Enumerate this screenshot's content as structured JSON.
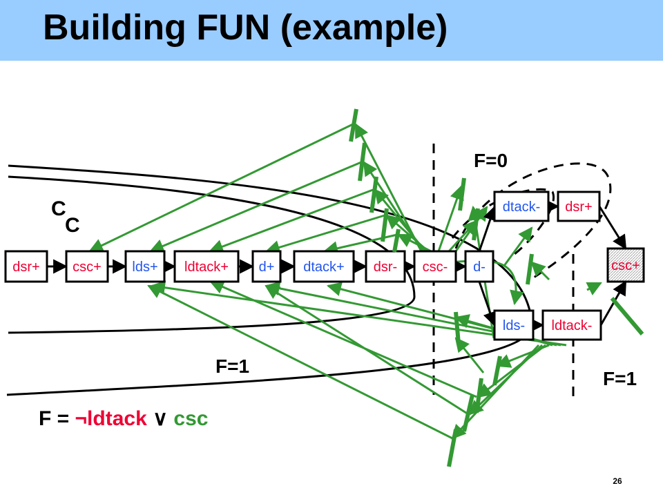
{
  "slide": {
    "title": "Building FUN (example)",
    "page_number": "26"
  },
  "colors": {
    "title_bar": "#99ccff",
    "plus_red": "#ee0033",
    "minus_blue": "#2255ee",
    "arrow_green": "#339933",
    "formula_green": "#339933",
    "node_border": "#000000"
  },
  "labels": {
    "f0": "F=0",
    "f1_left": "F=1",
    "f1_right": "F=1",
    "c1": "C",
    "c2": "C",
    "formula_f": "F = ",
    "formula_not": "¬",
    "formula_ldtack": "ldtack",
    "formula_or": " ∨ ",
    "formula_csc": "csc"
  },
  "nodes": [
    {
      "id": "dsr-plus-1",
      "label": "dsr+",
      "color": "red"
    },
    {
      "id": "csc-plus-1",
      "label": "csc+",
      "color": "red"
    },
    {
      "id": "lds-plus",
      "label": "lds+",
      "color": "blue"
    },
    {
      "id": "ldtack-plus",
      "label": "ldtack+",
      "color": "red"
    },
    {
      "id": "d-plus",
      "label": "d+",
      "color": "blue"
    },
    {
      "id": "dtack-plus",
      "label": "dtack+",
      "color": "blue"
    },
    {
      "id": "dsr-minus",
      "label": "dsr-",
      "color": "red"
    },
    {
      "id": "csc-minus",
      "label": "csc-",
      "color": "red"
    },
    {
      "id": "d-minus",
      "label": "d-",
      "color": "blue"
    },
    {
      "id": "dtack-minus",
      "label": "dtack-",
      "color": "blue"
    },
    {
      "id": "dsr-plus-2",
      "label": "dsr+",
      "color": "red"
    },
    {
      "id": "lds-minus",
      "label": "lds-",
      "color": "blue"
    },
    {
      "id": "ldtack-minus",
      "label": "ldtack-",
      "color": "red"
    },
    {
      "id": "csc-plus-2",
      "label": "csc+",
      "color": "red"
    }
  ]
}
